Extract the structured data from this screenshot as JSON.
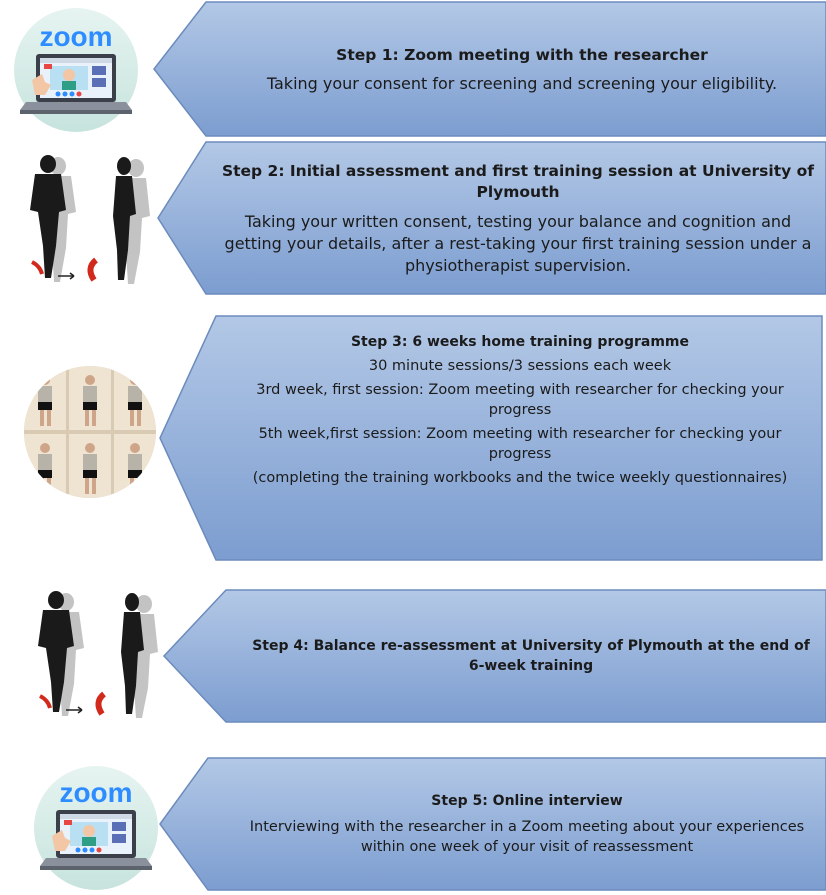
{
  "colors": {
    "arrow_fill_top": "#a9c1e3",
    "arrow_fill_bottom": "#7f9fd0",
    "arrow_stroke": "#5f7fae",
    "zoom_blue": "#2d8cff",
    "icon_circle": "#d3ebe6"
  },
  "steps": [
    {
      "title": "Step 1: Zoom meeting with the researcher",
      "lines": [
        "Taking your consent for screening and screening your eligibility."
      ],
      "icon": "zoom-laptop-icon",
      "icon_text": "zoom"
    },
    {
      "title": "Step 2: Initial assessment and first training session at University of Plymouth",
      "lines": [
        "Taking your written consent, testing your balance and cognition and getting your details, after a rest-taking your first training session under a physiotherapist supervision."
      ],
      "icon": "body-sway-icon"
    },
    {
      "title": "Step 3: 6 weeks home training programme",
      "lines": [
        "30 minute sessions/3 sessions each week",
        "3rd week, first session: Zoom meeting with researcher for checking your progress",
        "5th week,first session: Zoom meeting with researcher for checking your progress",
        "(completing the training workbooks and the twice weekly questionnaires)"
      ],
      "icon": "exercise-photos-icon"
    },
    {
      "title": "Step 4: Balance re-assessment at University of Plymouth at the end of 6-week training",
      "lines": [],
      "icon": "body-sway-icon"
    },
    {
      "title": "Step 5: Online interview",
      "lines": [
        "Interviewing with the researcher in a Zoom meeting about your experiences within one week of your visit of reassessment"
      ],
      "icon": "zoom-laptop-icon",
      "icon_text": "zoom"
    }
  ]
}
